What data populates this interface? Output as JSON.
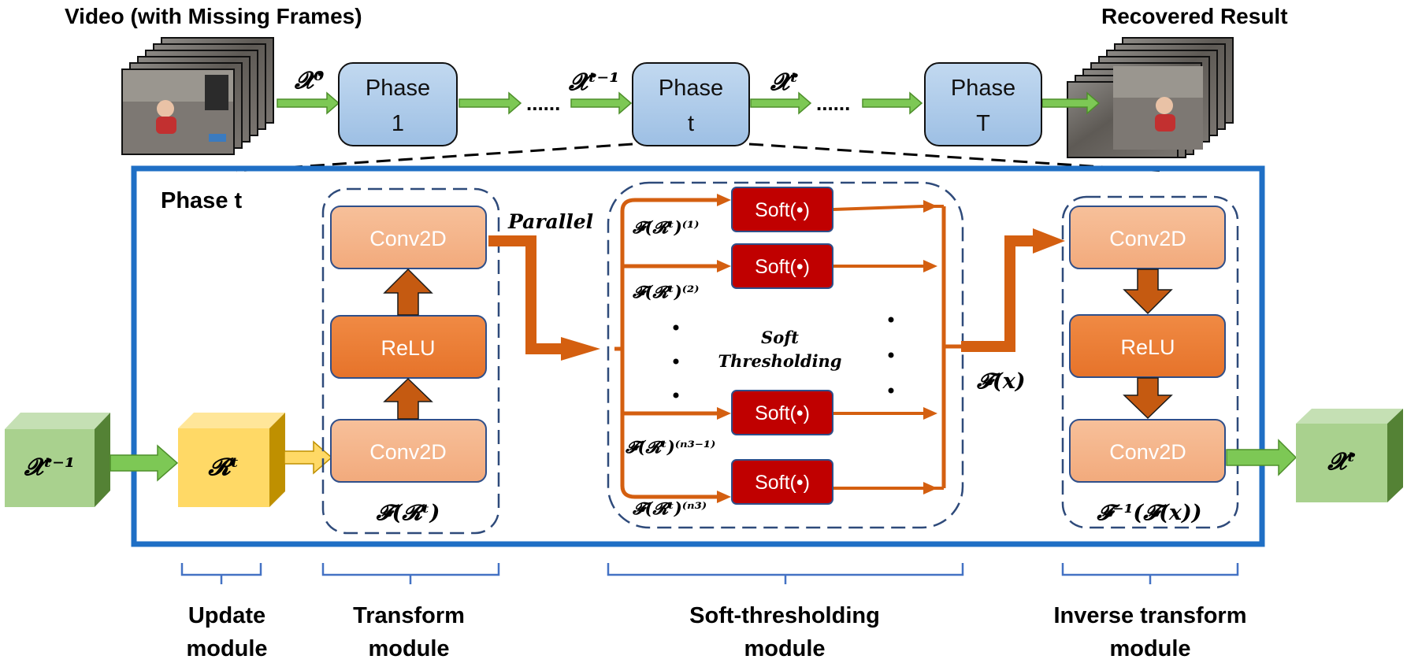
{
  "top": {
    "input_title": "Video (with Missing Frames)",
    "output_title": "Recovered Result",
    "dots": "......",
    "phases": [
      {
        "line1": "Phase",
        "line2": "1"
      },
      {
        "line1": "Phase",
        "line2": "t"
      },
      {
        "line1": "Phase",
        "line2": "T"
      }
    ],
    "x0": "𝓧⁰",
    "xt_minus": "𝓧ᵗ⁻¹",
    "xt": "𝓧ᵗ"
  },
  "phase": {
    "title": "Phase t",
    "input_label": "𝓧ᵗ⁻¹",
    "output_label": "𝓧ᵗ",
    "update_label": "𝓡ᵗ"
  },
  "transform": {
    "conv_top": "Conv2D",
    "relu": "ReLU",
    "conv_bottom": "Conv2D",
    "label": "𝓕(𝓡ᵗ)",
    "parallel": "Parallel"
  },
  "soft": {
    "box_label": "Soft(•)",
    "branch_labels": [
      "𝓕(𝓡ᵗ)⁽¹⁾",
      "𝓕(𝓡ᵗ)⁽²⁾",
      "𝓕(𝓡ᵗ)⁽ⁿ³⁻¹⁾",
      "𝓕(𝓡ᵗ)⁽ⁿ³⁾"
    ],
    "center_line1": "Soft",
    "center_line2": "Thresholding",
    "output_label": "𝓕(𝒙)"
  },
  "inverse": {
    "conv_top": "Conv2D",
    "relu": "ReLU",
    "conv_bottom": "Conv2D",
    "label": "𝓕⁻¹(𝓕(𝒙))"
  },
  "modules": {
    "update": [
      "Update",
      "module"
    ],
    "transform": [
      "Transform",
      "module"
    ],
    "soft": [
      "Soft-thresholding",
      "module"
    ],
    "inverse": [
      "Inverse transform",
      "module"
    ]
  },
  "colors": {
    "phase_box_fill": "#a9c8e8",
    "frame_border": "#1f6fc5",
    "arrow_green": "#7dc855",
    "arrow_orange": "#d45f10",
    "conv_fill": "#f4b183",
    "relu_fill": "#ed7d31",
    "soft_fill": "#c00000",
    "cube_green": "#a9d18e",
    "cube_yellow": "#ffd966",
    "brace_blue": "#4472c4"
  }
}
